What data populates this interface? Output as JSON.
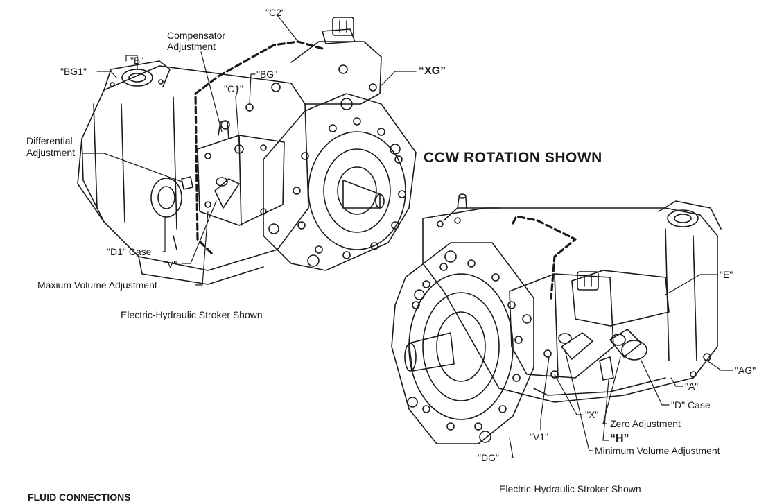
{
  "heading": "CCW ROTATION SHOWN",
  "section_title": "FLUID CONNECTIONS",
  "captions": {
    "top": "Electric-Hydraulic Stroker Shown",
    "bottom": "Electric-Hydraulic Stroker Shown"
  },
  "pump_top": {
    "c2": "\"C2\"",
    "compensator": [
      "Compensator",
      "Adjustment"
    ],
    "b": "\"B\"",
    "bg1": "\"BG1\"",
    "bg": "\"BG\"",
    "c1": "\"C1\"",
    "xg": "“XG”",
    "differential": [
      "Differential",
      "Adjustment"
    ],
    "d1_case": "\"D1\" Case",
    "v": "\"V\"",
    "max_volume": "Maxium Volume Adjustment"
  },
  "pump_bottom": {
    "e": "\"E\"",
    "ag": "\"AG\"",
    "a": "\"A\"",
    "d_case": "\"D\" Case",
    "zero": "Zero Adjustment",
    "x": "\"X\"",
    "v1": "\"V1\"",
    "h": "“H”",
    "dg": "\"DG\"",
    "min_volume": "Minimum Volume Adjustment"
  }
}
